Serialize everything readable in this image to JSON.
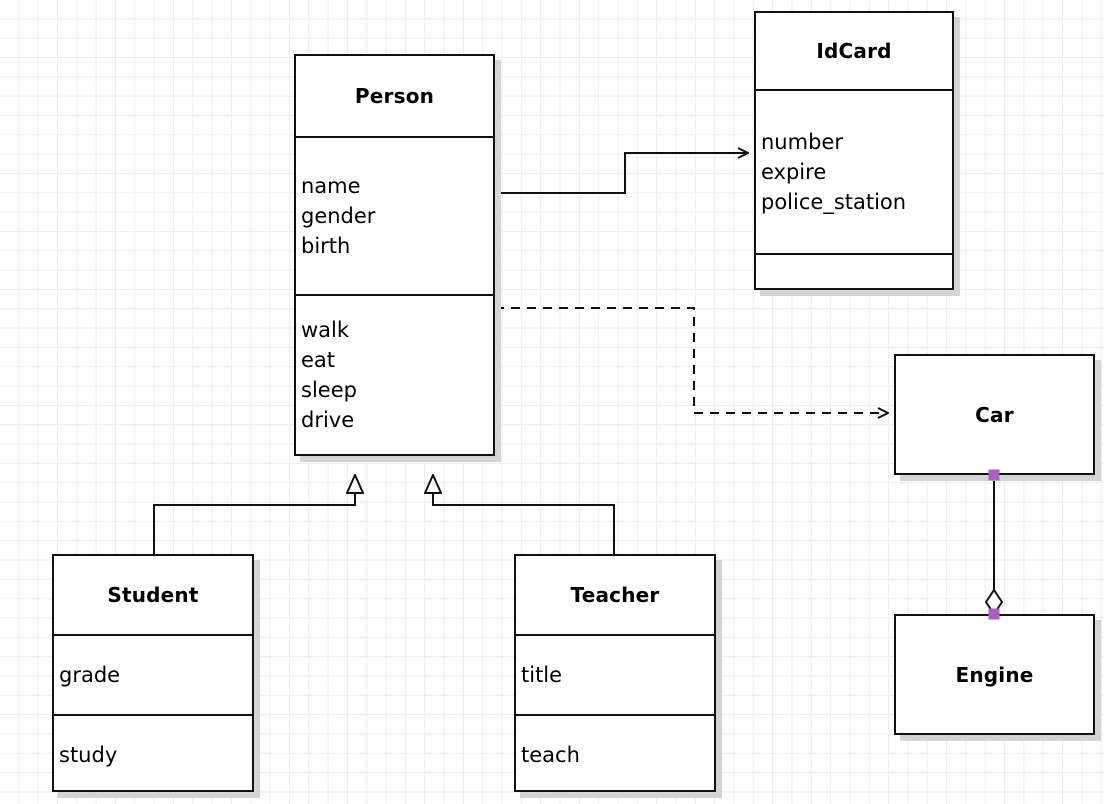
{
  "diagram": {
    "type": "uml-class-diagram",
    "background": "#ffffff",
    "grid_color": "#ececec",
    "line_color": "#111111",
    "selection_handle_color": "#ab5fc0",
    "shadow_color": "#d4d4d4"
  },
  "classes": {
    "person": {
      "name": "Person",
      "attributes": [
        "name",
        "gender",
        "birth"
      ],
      "operations": [
        "walk",
        "eat",
        "sleep",
        "drive"
      ]
    },
    "idcard": {
      "name": "IdCard",
      "attributes": [
        "number",
        "expire",
        "police_station"
      ],
      "operations": []
    },
    "student": {
      "name": "Student",
      "attributes": [
        "grade"
      ],
      "operations": [
        "study"
      ]
    },
    "teacher": {
      "name": "Teacher",
      "attributes": [
        "title"
      ],
      "operations": [
        "teach"
      ]
    },
    "car": {
      "name": "Car",
      "attributes": [],
      "operations": []
    },
    "engine": {
      "name": "Engine",
      "attributes": [],
      "operations": []
    }
  },
  "relationships": [
    {
      "id": "person-idcard",
      "kind": "association",
      "from": "Person",
      "to": "IdCard",
      "line": "solid",
      "arrow": "open"
    },
    {
      "id": "person-car",
      "kind": "dependency",
      "from": "Person",
      "to": "Car",
      "line": "dashed",
      "arrow": "open"
    },
    {
      "id": "student-person",
      "kind": "generalization",
      "from": "Student",
      "to": "Person",
      "line": "solid",
      "arrow": "hollow-triangle"
    },
    {
      "id": "teacher-person",
      "kind": "generalization",
      "from": "Teacher",
      "to": "Person",
      "line": "solid",
      "arrow": "hollow-triangle"
    },
    {
      "id": "car-engine",
      "kind": "aggregation",
      "from": "Car",
      "to": "Engine",
      "line": "solid",
      "arrow": "hollow-diamond",
      "selected": true
    }
  ]
}
